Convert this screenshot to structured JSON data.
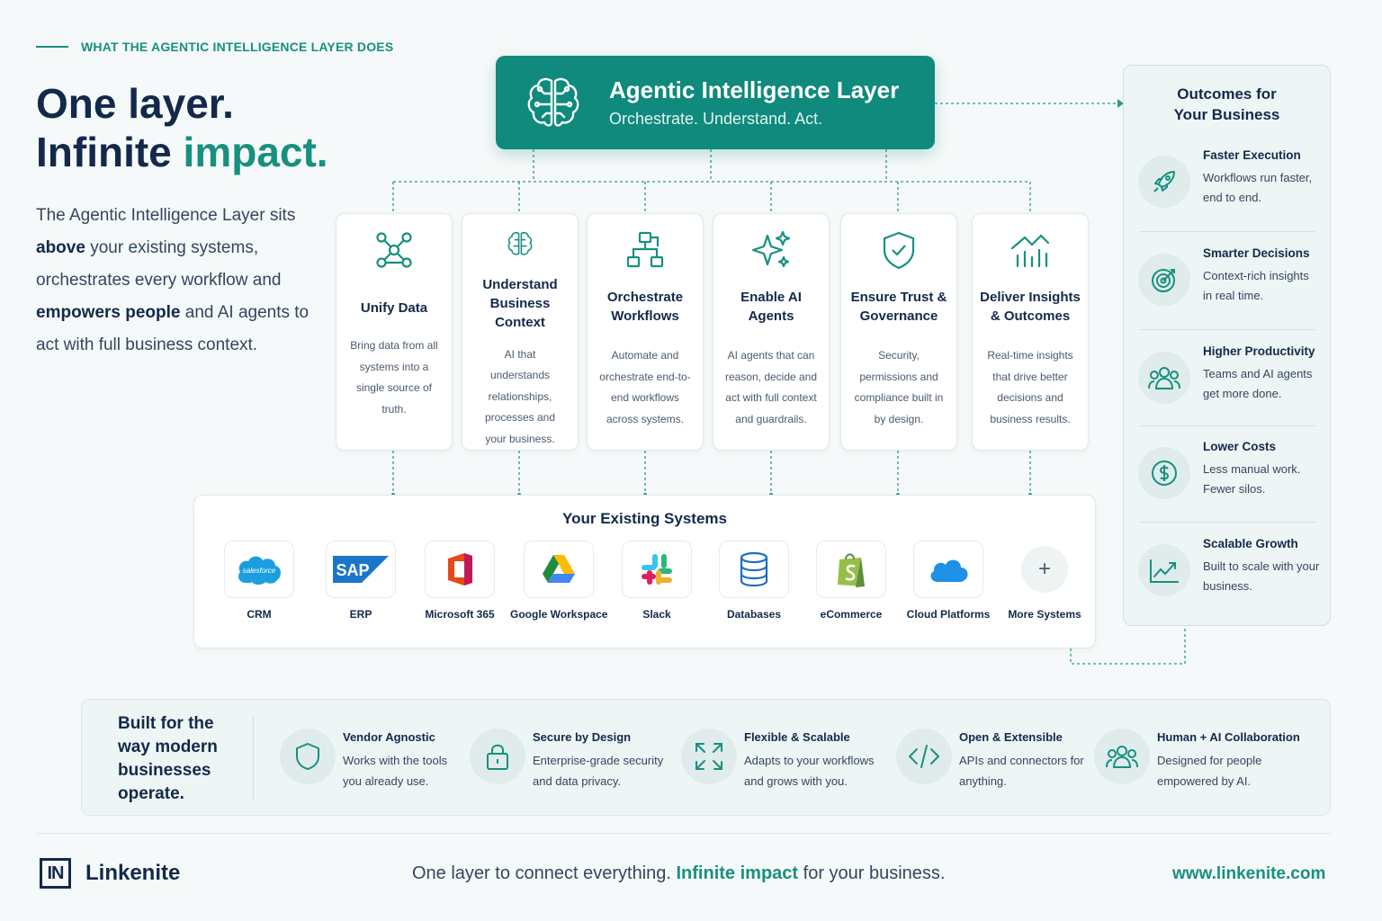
{
  "eyebrow": "WHAT THE AGENTIC INTELLIGENCE LAYER DOES",
  "headline": {
    "line1": "One layer.",
    "line2_start": "Infinite ",
    "line2_accent": "impact."
  },
  "intro": {
    "p1": "The Agentic Intelligence Layer sits ",
    "b1": "above",
    "p2": " your existing systems, orchestrates every workflow and ",
    "b2": "empowers people",
    "p3": " and AI agents to act with full business context."
  },
  "hero": {
    "title": "Agentic Intelligence Layer",
    "subtitle": "Orchestrate. Understand. Act.",
    "icon": "brain-circuit-icon"
  },
  "capabilities": [
    {
      "title": "Unify Data",
      "desc": "Bring data from all systems into a single source of truth.",
      "icon": "network-nodes-icon"
    },
    {
      "title": "Understand Business Context",
      "desc": "AI that understands relationships, processes and your business.",
      "icon": "brain-icon"
    },
    {
      "title": "Orchestrate Workflows",
      "desc": "Automate and orchestrate end-to-end workflows across systems.",
      "icon": "workflow-icon"
    },
    {
      "title": "Enable AI Agents",
      "desc": "AI agents that can reason, decide and act with full context and guardrails.",
      "icon": "sparkles-icon"
    },
    {
      "title": "Ensure Trust & Governance",
      "desc": "Security, permissions and compliance built in by design.",
      "icon": "shield-check-icon"
    },
    {
      "title": "Deliver Insights & Outcomes",
      "desc": "Real-time insights that drive better decisions and business results.",
      "icon": "chart-house-icon"
    }
  ],
  "systems": {
    "title": "Your Existing Systems",
    "items": [
      {
        "label": "CRM",
        "logo_text": "salesforce"
      },
      {
        "label": "ERP",
        "logo_text": "SAP"
      },
      {
        "label": "Microsoft 365"
      },
      {
        "label": "Google Workspace"
      },
      {
        "label": "Slack"
      },
      {
        "label": "Databases"
      },
      {
        "label": "eCommerce"
      },
      {
        "label": "Cloud Platforms"
      },
      {
        "label": "More Systems",
        "logo_text": "+"
      }
    ]
  },
  "outcomes": {
    "title": "Outcomes for Your Business",
    "items": [
      {
        "title": "Faster Execution",
        "desc": "Workflows run faster, end to end.",
        "icon": "rocket-icon"
      },
      {
        "title": "Smarter Decisions",
        "desc": "Context-rich insights in real time.",
        "icon": "target-icon"
      },
      {
        "title": "Higher Productivity",
        "desc": "Teams and AI agents get more done.",
        "icon": "people-icon"
      },
      {
        "title": "Lower Costs",
        "desc": "Less manual work. Fewer silos.",
        "icon": "dollar-icon"
      },
      {
        "title": "Scalable Growth",
        "desc": "Built to scale with your business.",
        "icon": "trend-up-icon"
      }
    ]
  },
  "band": {
    "title": "Built for the way modern businesses operate.",
    "features": [
      {
        "title": "Vendor Agnostic",
        "desc": "Works with the tools you already use.",
        "icon": "shield-icon"
      },
      {
        "title": "Secure by Design",
        "desc": "Enterprise-grade security and data privacy.",
        "icon": "lock-icon"
      },
      {
        "title": "Flexible & Scalable",
        "desc": "Adapts to your workflows and grows with you.",
        "icon": "expand-icon"
      },
      {
        "title": "Open & Extensible",
        "desc": "APIs and connectors for anything.",
        "icon": "code-icon"
      },
      {
        "title": "Human + AI Collaboration",
        "desc": "Designed for people empowered by AI.",
        "icon": "people-icon"
      }
    ]
  },
  "footer": {
    "logo_mark": "IN",
    "brand": "Linkenite",
    "tagline_start": "One layer to connect everything. ",
    "tagline_accent": "Infinite impact",
    "tagline_end": " for your business.",
    "url": "www.linkenite.com"
  },
  "colors": {
    "accent": "#17907f",
    "hero": "#0f8a7c",
    "navy": "#13294b"
  }
}
